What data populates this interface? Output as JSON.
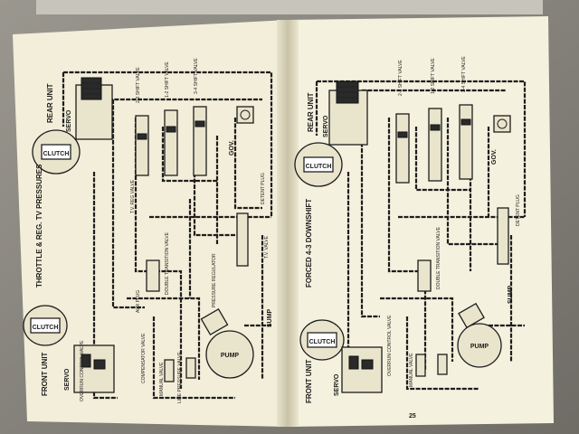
{
  "photo": {
    "colors": {
      "background": "#8a8780",
      "paper_left": "#f2eed9",
      "paper_right": "#f4f1de",
      "ink": "#1d1d1d"
    }
  },
  "left_page": {
    "title": "THROTTLE & REG. TV PRESSURES",
    "labels": {
      "rear_unit": "REAR UNIT",
      "rear_servo": "SERVO",
      "rear_clutch": "CLUTCH",
      "front_unit": "FRONT UNIT",
      "front_servo": "SERVO",
      "front_clutch": "CLUTCH",
      "shift_23": "2-3 SHIFT VALVE",
      "shift_12": "1-2 SHIFT VALVE",
      "shift_34": "3-4 SHIFT VALVE",
      "gov": "GOV.",
      "detent_plug": "DETENT PLUG",
      "tv_valve": "T.V. VALVE",
      "tv_reg_valve": "T.V. REG VALVE",
      "double_transition_valve": "DOUBLE TRANSITION VALVE",
      "aux_plug": "AUX PLUG",
      "compensator_valve": "COMPENSATOR VALVE",
      "overrun_control_valve": "OVERRUN CONTROL VALVE",
      "pressure_regulator": "PRESSURE REGULATOR",
      "pump": "PUMP",
      "sump": "SUMP",
      "manual_valve": "MANUAL VALVE",
      "line_pressure_valve": "LINE PRESSURE VALVE"
    }
  },
  "right_page": {
    "title": "FORCED 4-3 DOWNSHIFT",
    "page_number": "25",
    "labels": {
      "rear_unit": "REAR UNIT",
      "rear_servo": "SERVO",
      "rear_clutch": "CLUTCH",
      "front_unit": "FRONT UNIT",
      "front_servo": "SERVO",
      "front_clutch": "CLUTCH",
      "shift_23": "2-3 SHIFT VALVE",
      "shift_12": "1-2 SHIFT VALVE",
      "shift_34": "3-4 SHIFT VALVE",
      "gov": "GOV.",
      "detent_plug": "DETENT PLUG",
      "double_transition_valve": "DOUBLE TRANSITION VALVE",
      "overrun_control_valve": "OVERRUN CONTROL VALVE",
      "pump": "PUMP",
      "sump": "SUMP",
      "manual_valve": "MANUAL VALVE"
    }
  }
}
